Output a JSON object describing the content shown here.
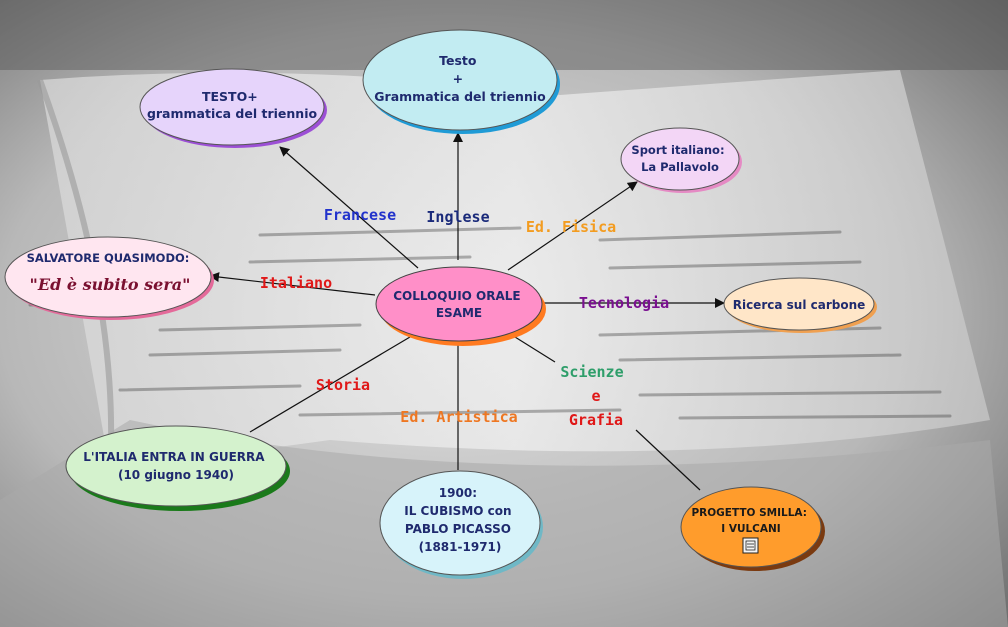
{
  "center": {
    "lines": [
      "COLLOQUIO ORALE",
      "ESAME"
    ]
  },
  "nodes": {
    "francese": {
      "lines": [
        "TESTO+",
        "grammatica del triennio"
      ]
    },
    "inglese": {
      "lines": [
        "Testo",
        "+",
        "Grammatica del triennio"
      ]
    },
    "edfisica": {
      "lines": [
        "Sport italiano:",
        "La Pallavolo"
      ]
    },
    "italiano": {
      "lines": [
        "SALVATORE QUASIMODO:",
        "\"Ed è subito sera\""
      ]
    },
    "tecnologia": {
      "lines": [
        "Ricerca sul carbone"
      ]
    },
    "storia": {
      "lines": [
        "L'ITALIA ENTRA IN GUERRA",
        "(10 giugno 1940)"
      ]
    },
    "artistica": {
      "lines": [
        "1900:",
        "IL CUBISMO con",
        "PABLO PICASSO",
        "(1881-1971)"
      ]
    },
    "scienze": {
      "lines": [
        "PROGETTO SMILLA:",
        "I VULCANI"
      ]
    }
  },
  "subjects": {
    "francese": "Francese",
    "inglese": "Inglese",
    "edfisica": "Ed. Fisica",
    "italiano": "Italiano",
    "tecnologia": "Tecnologia",
    "storia": "Storia",
    "artistica": "Ed. Artistica",
    "scienze_1": "Scienze",
    "scienze_2": "e",
    "scienze_3": "Grafia"
  },
  "colors": {
    "center_fill": "#ff8fc8",
    "center_border": "#ff7a20",
    "francese_fill": "#e6d4fb",
    "inglese_fill": "#c2ecf2",
    "edfisica_fill": "#f3d6f6",
    "italiano_fill": "#ffe6f0",
    "tecnologia_fill": "#ffe6c8",
    "storia_fill": "#d4f2cd",
    "artistica_fill": "#d7f3fa",
    "scienze_fill": "#ff9c2c",
    "blue_label": "#2233cc",
    "navy_label": "#1a2a7a",
    "orange_label": "#f39c20",
    "red_label": "#e01818",
    "purple_label": "#7a1090",
    "orange2_label": "#ee7722",
    "green_label": "#2e9e6a"
  },
  "icons": {
    "attachment": "document-icon"
  }
}
